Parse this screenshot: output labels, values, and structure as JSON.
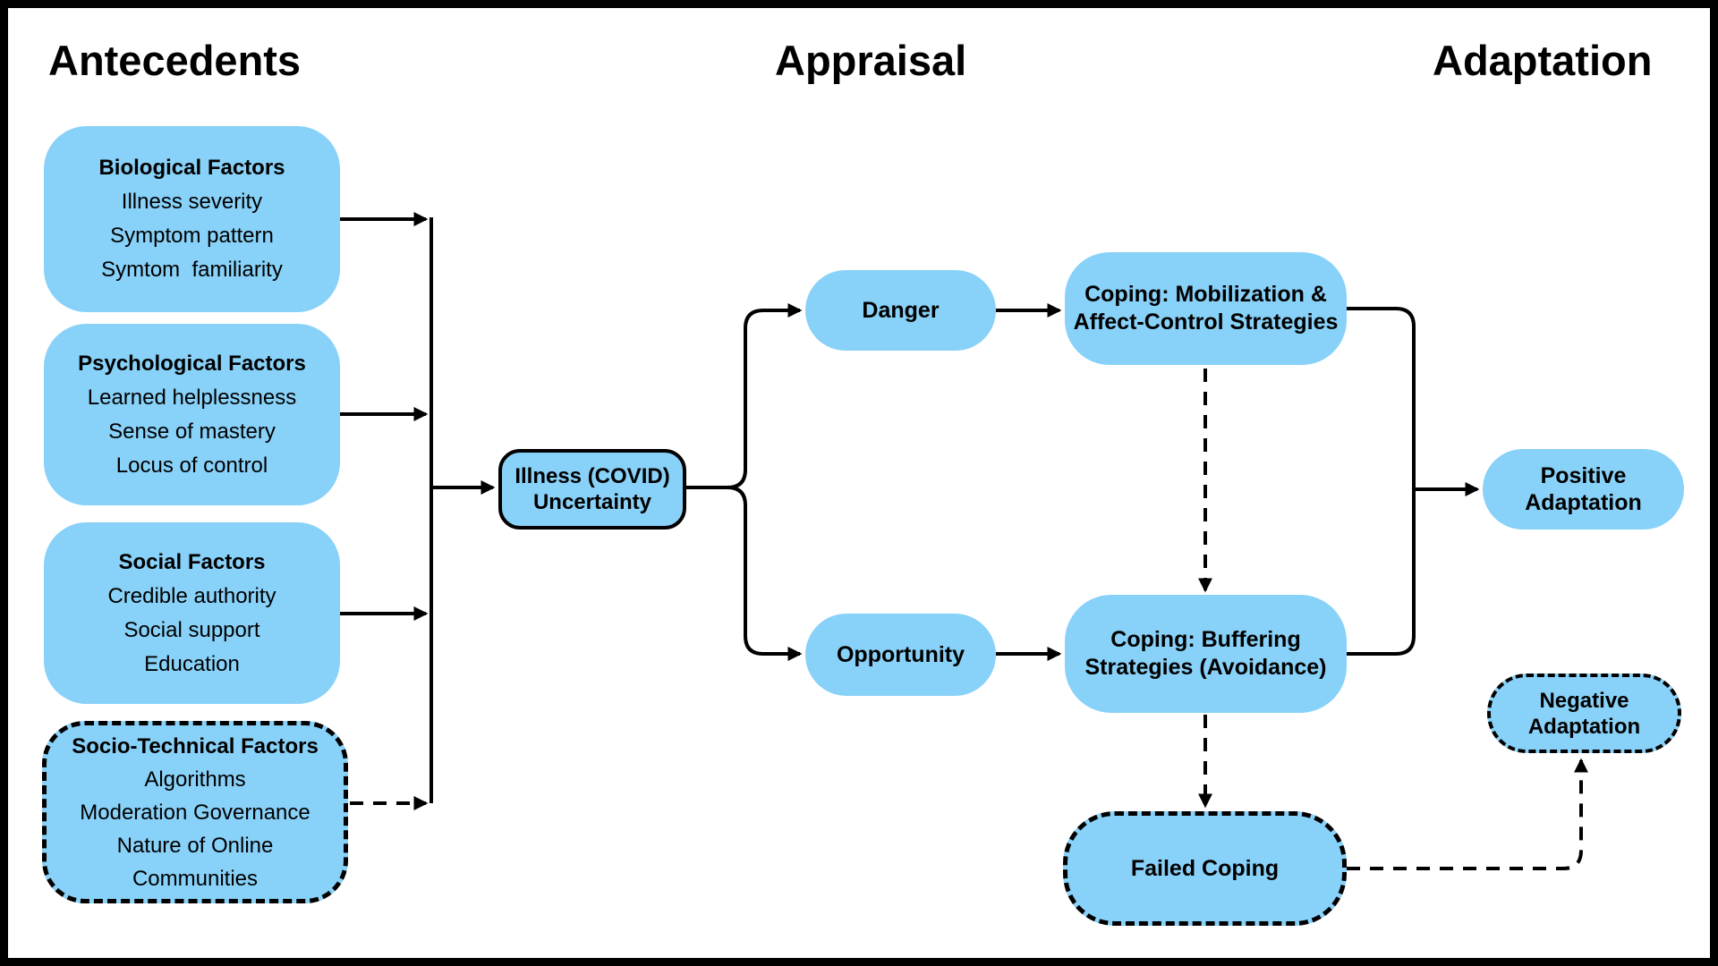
{
  "headers": {
    "left": "Antecedents",
    "center": "Appraisal",
    "right": "Adaptation"
  },
  "antecedents": {
    "biological": {
      "title": "Biological Factors",
      "items": [
        "Illness severity",
        "Symptom pattern",
        "Symtom  familiarity"
      ]
    },
    "psychological": {
      "title": "Psychological Factors",
      "items": [
        "Learned helplessness",
        "Sense of mastery",
        "Locus of control"
      ]
    },
    "social": {
      "title": "Social Factors",
      "items": [
        "Credible authority",
        "Social support",
        "Education"
      ]
    },
    "socio_technical": {
      "title": "Socio-Technical Factors",
      "items": [
        "Algorithms",
        "Moderation Governance",
        "Nature of Online Communities"
      ]
    }
  },
  "appraisal": {
    "uncertainty": "Illness (COVID) Uncertainty",
    "danger": "Danger",
    "opportunity": "Opportunity",
    "coping_mobilization": "Coping: Mobilization & Affect-Control Strategies",
    "coping_buffering": "Coping: Buffering Strategies (Avoidance)",
    "failed_coping": "Failed Coping"
  },
  "adaptation": {
    "positive": "Positive Adaptation",
    "negative": "Negative Adaptation"
  },
  "edges": [
    {
      "from": "biological-factors",
      "to": "illness-uncertainty",
      "style": "solid"
    },
    {
      "from": "psychological-factors",
      "to": "illness-uncertainty",
      "style": "solid"
    },
    {
      "from": "social-factors",
      "to": "illness-uncertainty",
      "style": "solid"
    },
    {
      "from": "socio-technical-factors",
      "to": "illness-uncertainty",
      "style": "dashed"
    },
    {
      "from": "illness-uncertainty",
      "to": "danger",
      "style": "solid"
    },
    {
      "from": "illness-uncertainty",
      "to": "opportunity",
      "style": "solid"
    },
    {
      "from": "danger",
      "to": "coping-mobilization",
      "style": "solid"
    },
    {
      "from": "opportunity",
      "to": "coping-buffering",
      "style": "solid"
    },
    {
      "from": "coping-mobilization",
      "to": "coping-buffering",
      "style": "dashed"
    },
    {
      "from": "coping-mobilization",
      "to": "positive-adaptation",
      "style": "solid"
    },
    {
      "from": "coping-buffering",
      "to": "positive-adaptation",
      "style": "solid"
    },
    {
      "from": "coping-buffering",
      "to": "failed-coping",
      "style": "dashed"
    },
    {
      "from": "failed-coping",
      "to": "negative-adaptation",
      "style": "dashed"
    }
  ],
  "colors": {
    "node_fill": "#88D1F8",
    "line": "#000000",
    "background": "#FFFFFF"
  }
}
